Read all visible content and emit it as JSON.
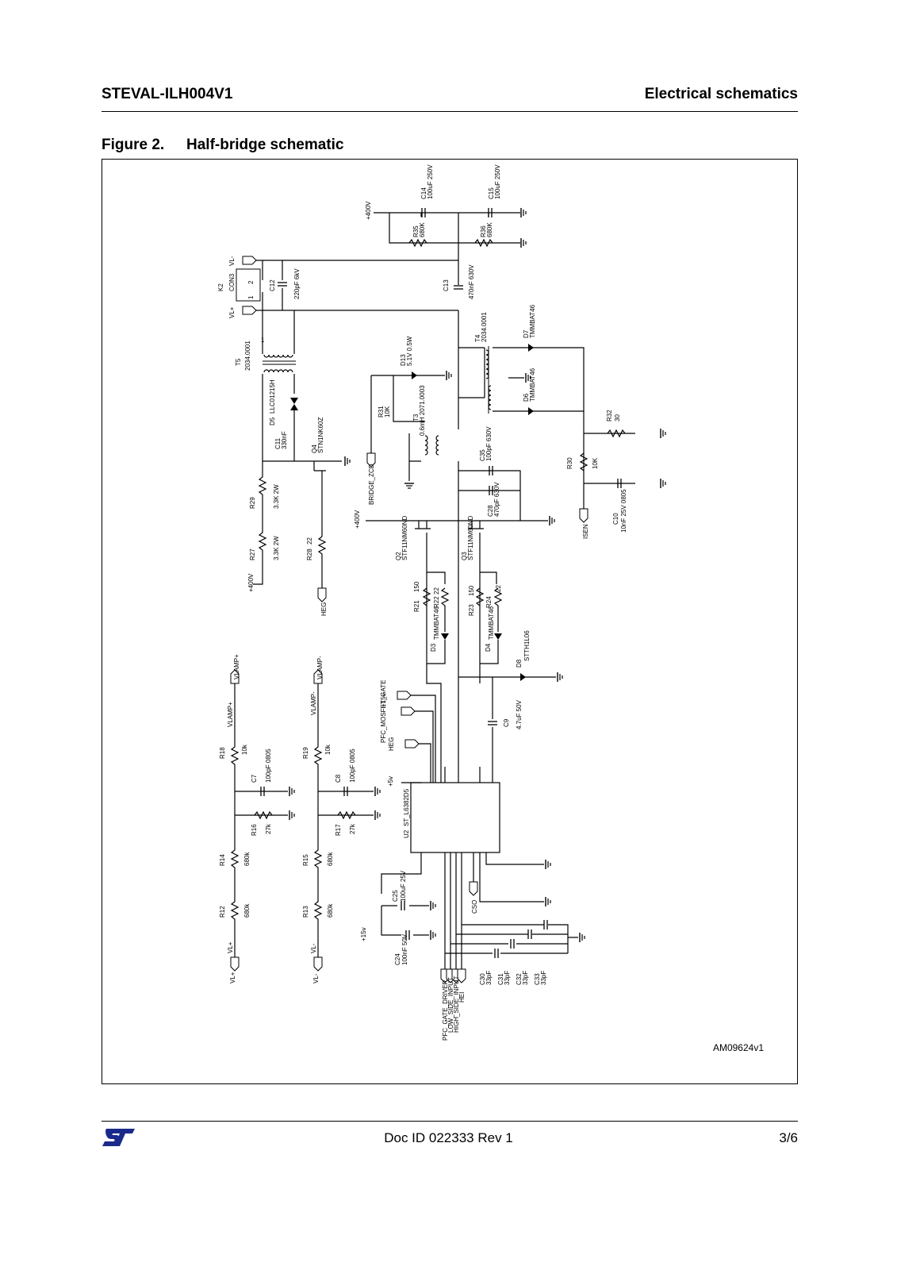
{
  "header": {
    "left": "STEVAL-ILH004V1",
    "right": "Electrical schematics"
  },
  "figure": {
    "number": "Figure 2.",
    "title": "Half-bridge schematic",
    "code": "AM09624v1"
  },
  "labels": {
    "c14": "C14",
    "c14v": "100uF 250V",
    "c15": "C15",
    "c15v": "100uF 250V",
    "r35": "R35",
    "r35v": "680K",
    "r36": "R36",
    "r36v": "680K",
    "k2": "K2",
    "con3": "CON3",
    "vlm": "VL-",
    "vlp": "VL+",
    "pin1": "1",
    "pin2": "2",
    "c12": "C12",
    "c12v": "220pF 6kV",
    "c13": "C13",
    "c13v": "470nF 630V",
    "t5": "T5",
    "t5v": "2034.0001",
    "t4": "T4",
    "t4v": "2034.0001",
    "d5": "D5",
    "d5v": "LLC01215H",
    "d7": "D7",
    "d7v": "TMMBAT46",
    "d6": "D6",
    "d6v": "TMMBAT46",
    "d13": "D13",
    "d13v": "5.1V 0.5W",
    "r31": "R31",
    "r31v": "10K",
    "t3": "T3",
    "t3v": "0.6mH 2071.0003",
    "c11": "C11",
    "c11v": "330nF",
    "q4": "Q4",
    "q4v": "STN1NK60Z",
    "r32": "R32",
    "r32v": "30",
    "r30": "R30",
    "r30v": "10K",
    "c10": "C10",
    "c10v": "10nF 25V 0805",
    "isen": "ISEN",
    "c35": "C35",
    "c35v": "100pF 630V",
    "c28": "C28",
    "c28v": "470pF 630V",
    "r29": "R29",
    "r29v": "3.3K 2W",
    "r27": "R27",
    "r27v": "3.3K 2W",
    "r28": "R28",
    "r28v": "22",
    "heg": "HEG",
    "bridge": "BRIDGE_ZCD",
    "p400": "+400V",
    "q2": "Q2",
    "q2v": "STF11NM60ND",
    "q3": "Q3",
    "q3v": "STF11NM60ND",
    "r21": "R21",
    "r21v": "150",
    "r22": "R22",
    "r22v": "22",
    "r23": "R23",
    "r23v": "150",
    "r24": "R24",
    "r24v": "22",
    "d3": "D3",
    "d3v": "TMMBAT46",
    "d4": "D4",
    "d4v": "TMMBAT46",
    "d8": "D8",
    "d8v": "STTH1L06",
    "c9": "C9",
    "c9v": "4.7uF 50V",
    "vlampp": "VLAMP+",
    "vlampm": "VLAMP-",
    "r18": "R18",
    "r18v": "10k",
    "r19": "R19",
    "r19v": "10k",
    "c7": "C7",
    "c7v": "100pF 0805",
    "c8": "C8",
    "c8v": "100pF 0805",
    "r16": "R16",
    "r16v": "27k",
    "r17": "R17",
    "r17v": "27k",
    "r14": "R14",
    "r14v": "680k",
    "r15": "R15",
    "r15v": "680k",
    "r12": "R12",
    "r12v": "680k",
    "r13": "R13",
    "r13v": "680k",
    "p15": "+15v",
    "p5": "+5v",
    "pfcgate": "PFC_MOSFET_GATE",
    "u2": "U2",
    "u2v": "ST_L6382D5",
    "c25": "C25",
    "c25v": "100uF 25V",
    "c24": "C24",
    "c24v": "100nF 50V",
    "cso": "CSO",
    "c30": "C30",
    "c30v": "33pF",
    "c31": "C31",
    "c31v": "33pF",
    "c32": "C32",
    "c32v": "33pF",
    "c33": "C33",
    "c33v": "33pF",
    "net1": "PFC_GATE_DRIVER",
    "net2": "LOW_SIDE_INPUT",
    "net3": "HIGH_SIDE_INPUT",
    "net4": "HEI"
  },
  "footer": {
    "doc": "Doc ID 022333 Rev 1",
    "page": "3/6"
  }
}
